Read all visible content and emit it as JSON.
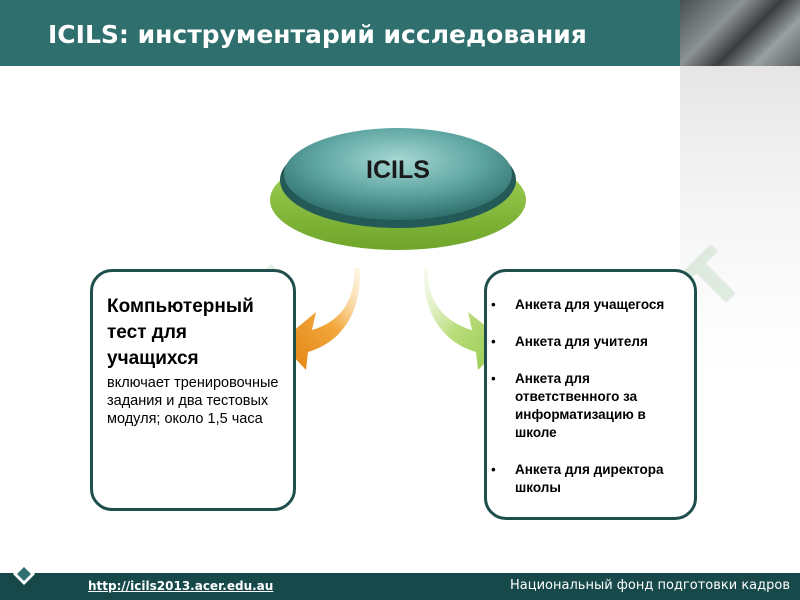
{
  "header": {
    "title": "ICILS: инструментарий исследования"
  },
  "diagram": {
    "center_label": "ICILS",
    "left_box": {
      "title": "Компьютерный тест для учащихся",
      "description": "включает тренировочные задания и  два тестовых модуля; около 1,5 часа"
    },
    "right_box": {
      "items": [
        "Анкета для учащегося",
        "Анкета для учителя",
        "Анкета для ответственного за информатизацию в школе",
        "Анкета для директора школы"
      ]
    }
  },
  "footer": {
    "url": "http://icils2013.acer.edu.au",
    "organization": "Национальный фонд подготовки кадров"
  },
  "colors": {
    "header_bg": "#2f6f6d",
    "footer_bg": "#17494a",
    "ellipse_top": "#3d8a88",
    "ellipse_base": "#8cc63f",
    "left_arrow": "#e8921a",
    "right_arrow": "#a8d162",
    "box_border": "#1f4f4d"
  }
}
